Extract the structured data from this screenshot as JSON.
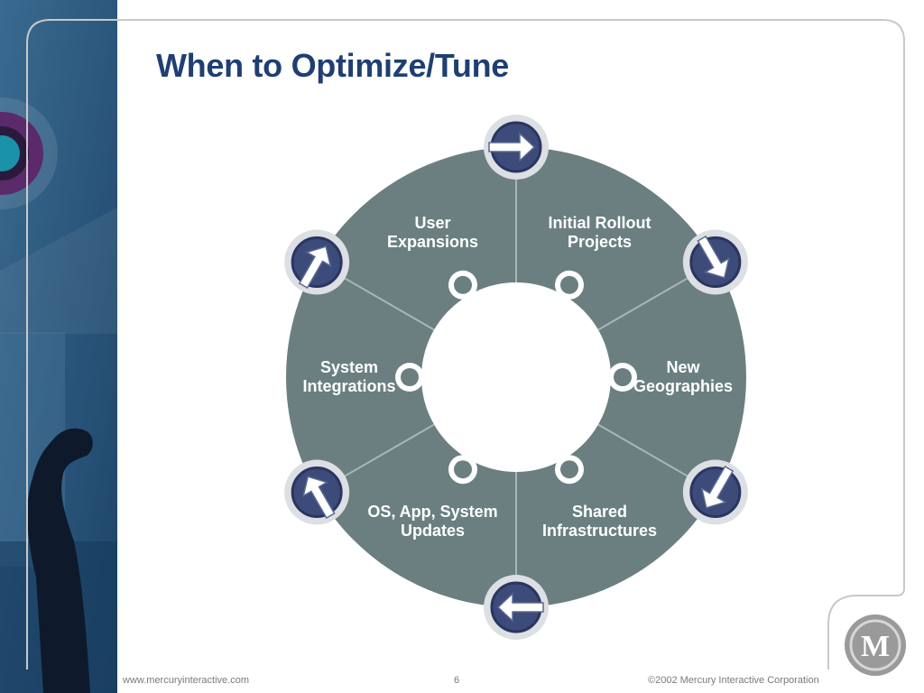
{
  "title": "When to Optimize/Tune",
  "cycle": {
    "segments": [
      {
        "label": "Initial Rollout\nProjects"
      },
      {
        "label": "New\nGeographies"
      },
      {
        "label": "Shared\nInfrastructures"
      },
      {
        "label": "OS, App, System\nUpdates"
      },
      {
        "label": "System\nIntegrations"
      },
      {
        "label": "User\nExpansions"
      }
    ]
  },
  "footer": {
    "url": "www.mercuryinteractive.com",
    "page": "6",
    "copyright": "©2002 Mercury Interactive Corporation"
  },
  "logo": {
    "text": "M"
  },
  "colors": {
    "title": "#1f3f73",
    "wheel": "#6b7f80",
    "arrow_disc": "#3d4b7a",
    "panel": "#2c5478"
  }
}
